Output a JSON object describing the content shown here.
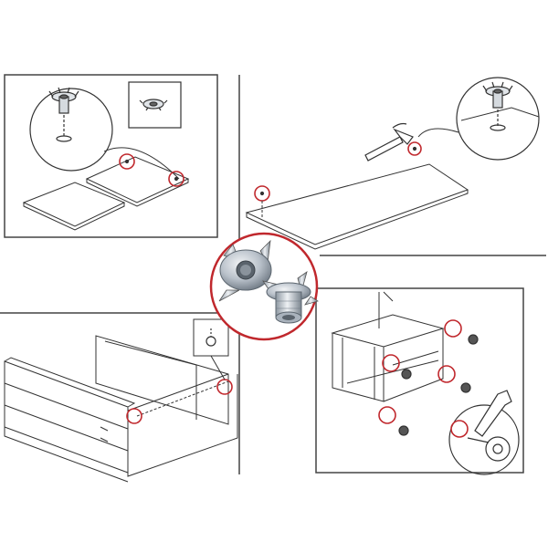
{
  "colors": {
    "background": "#ffffff",
    "line": "#333333",
    "highlight": "#c0282d",
    "metal_light": "#d9dee4",
    "metal_mid": "#a9b2bc",
    "metal_dark": "#6d7782"
  },
  "panels": [
    {
      "id": "panel-insert-tnut-side-panels",
      "icon": "tee-nut-icon"
    },
    {
      "id": "panel-hammer-tnut-base",
      "icon": "hammer-icon"
    },
    {
      "id": "panel-attach-front-drawer",
      "icon": "screw-icon"
    },
    {
      "id": "panel-attach-casters",
      "icon": "wrench-icon"
    }
  ],
  "center_badge": {
    "icon": "tee-nut-pair-icon"
  }
}
